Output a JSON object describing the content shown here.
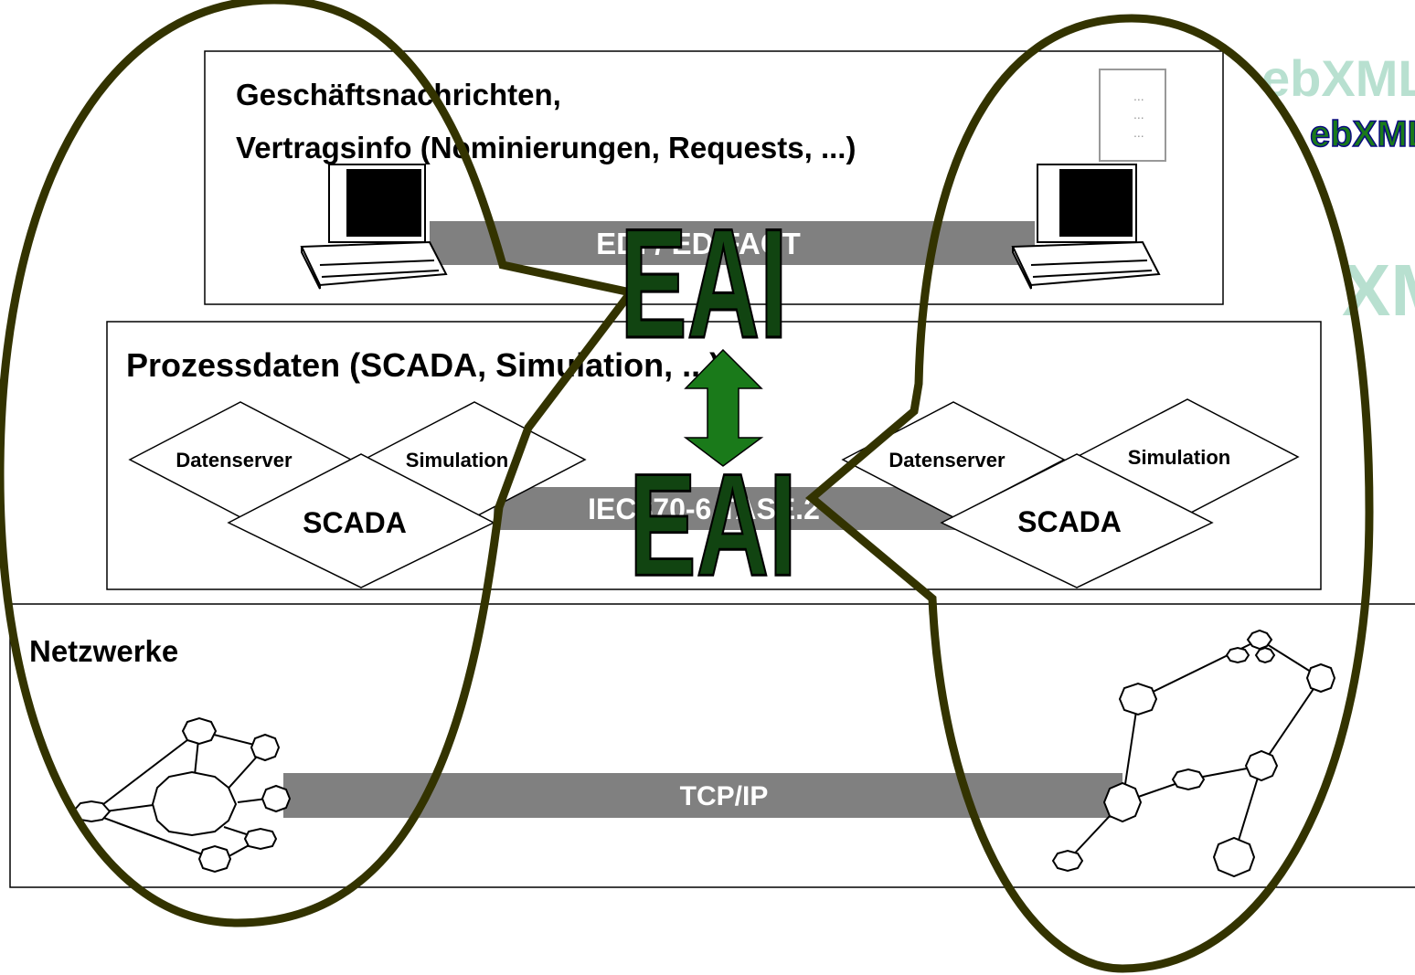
{
  "layers": {
    "business": {
      "title_line1": "Geschäftsnachrichten,",
      "title_line2": "Vertragsinfo (Nominierungen, Requests, ...)",
      "document_lines": [
        "...",
        "...",
        "..."
      ],
      "bar_label": "EDI / EDIFACT"
    },
    "process": {
      "title": "Prozessdaten (SCADA, Simulation, ...)",
      "bar_label": "IEC870-6 TASE.2",
      "left_group": {
        "datenserver": "Datenserver",
        "simulation": "Simulation",
        "scada": "SCADA"
      },
      "right_group": {
        "datenserver": "Datenserver",
        "simulation": "Simulation",
        "scada": "SCADA"
      }
    },
    "network": {
      "title": "Netzwerke",
      "bar_label": "TCP/IP"
    }
  },
  "eai": {
    "top": "EAI",
    "bottom": "EAI"
  },
  "side_labels": {
    "ebxml_1": "ebXML",
    "ebxml_2": "ebXML",
    "xml": "XML"
  },
  "colors": {
    "ellipse_stroke": "#333300",
    "eai_fill": "#114411",
    "arrow_fill": "#1a7a1a",
    "bar_fill": "#808080",
    "side_label_light": "#b8e0d0",
    "side_label_dark": "#1a7a1a"
  }
}
